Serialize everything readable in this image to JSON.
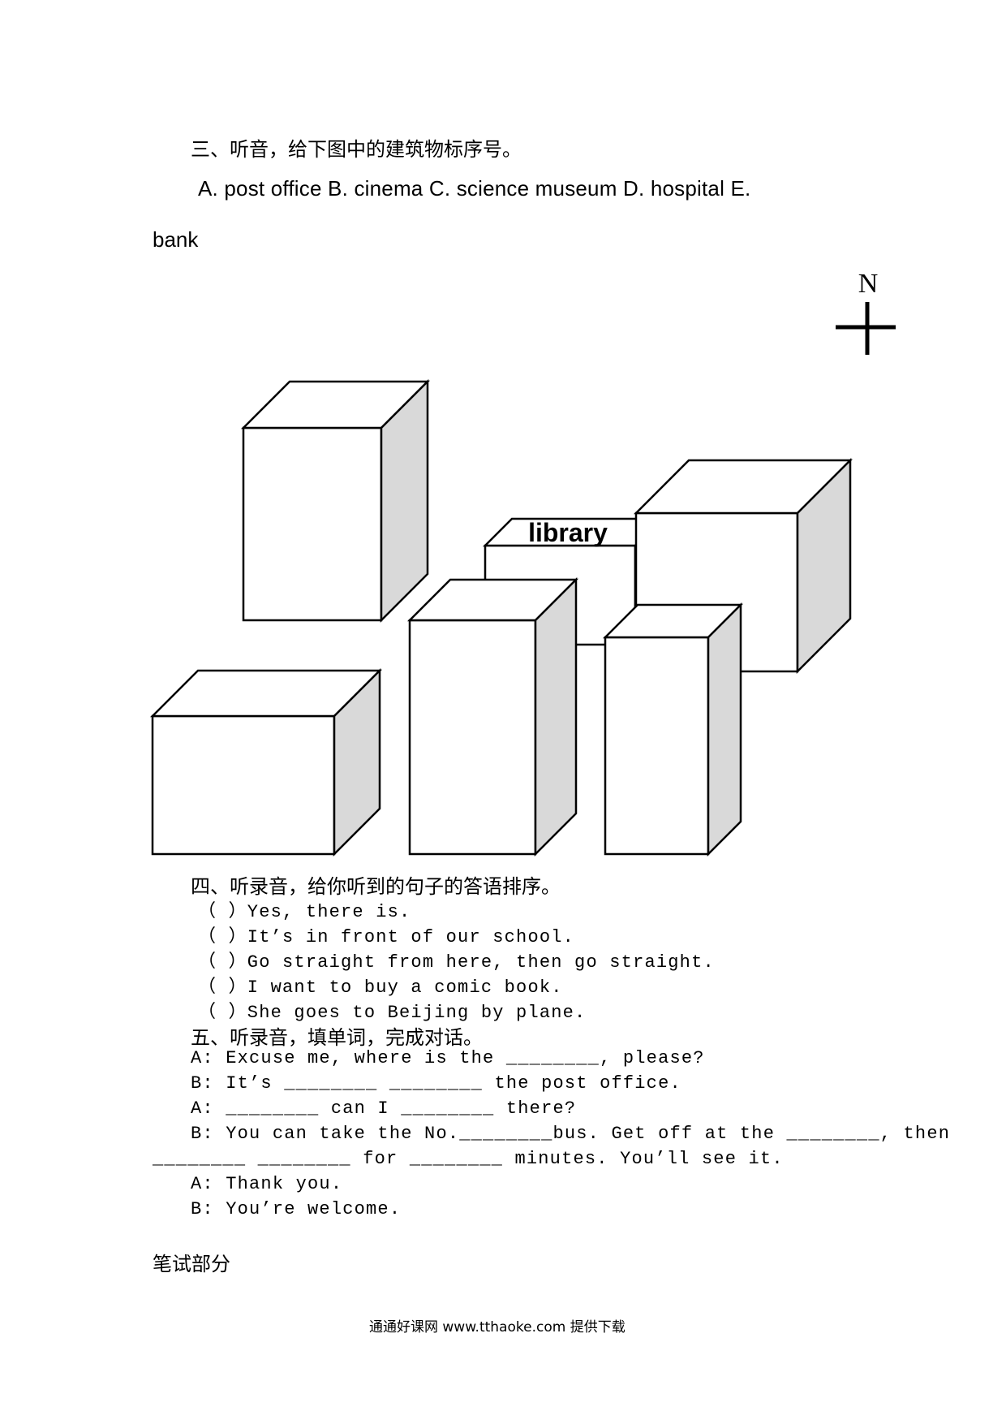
{
  "section3": {
    "heading": "三、听音，给下图中的建筑物标序号。",
    "options_line": "A.   post office     B. cinema     C. science museum     D. hospital     E.",
    "options_wrap": "bank",
    "map": {
      "compass_label": "N",
      "library_label": "library",
      "buildings": [
        {
          "name": "building-top-left"
        },
        {
          "name": "building-library"
        },
        {
          "name": "building-right-back"
        },
        {
          "name": "building-bottom-left"
        },
        {
          "name": "building-middle-tall"
        },
        {
          "name": "building-middle-right"
        }
      ]
    }
  },
  "section4": {
    "heading": "四、听录音，给你听到的句子的答语排序。",
    "items": [
      "（    ）Yes, there is.",
      "（    ）It’s in front of our school.",
      "（    ）Go straight from here, then go straight.",
      "（    ）I want to buy a comic book.",
      "（    ）She goes to Beijing by plane."
    ]
  },
  "section5": {
    "heading": "五、听录音，填单词，完成对话。",
    "lines": [
      "A: Excuse me, where is the ________, please?",
      "B: It’s ________ ________ the post office.",
      "A: ________ can I ________ there?",
      "B: You can take the No.________bus. Get off at the ________, then",
      "________ ________ for ________ minutes. You’ll see it.",
      "A: Thank you.",
      "B: You’re welcome."
    ]
  },
  "written_section": {
    "heading": "笔试部分"
  },
  "footer": {
    "text": "通通好课网  www.tthaoke.com  提供下载"
  }
}
